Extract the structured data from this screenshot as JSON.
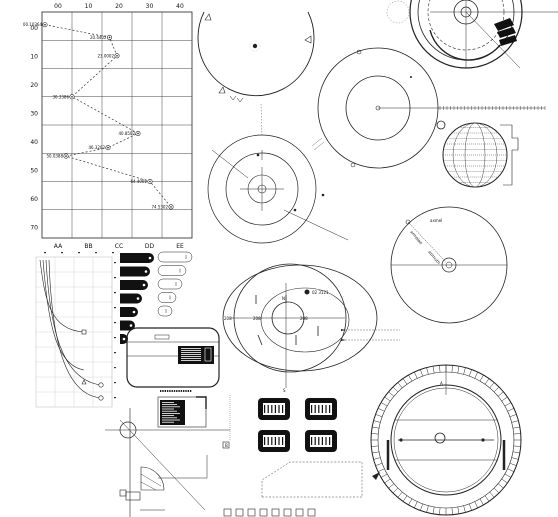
{
  "top_axis": [
    "00",
    "10",
    "20",
    "30",
    "40"
  ],
  "left_axis": [
    "00",
    "10",
    "20",
    "30",
    "40",
    "50",
    "60",
    "70"
  ],
  "bottom_axis": [
    "AA",
    "BB",
    "CC",
    "DD",
    "EE"
  ],
  "grid_labels": [
    {
      "text": "00.10364",
      "gx": 0.1,
      "gy": 0.45
    },
    {
      "text": "20.4402",
      "gx": 2.25,
      "gy": 0.9
    },
    {
      "text": "23.0002",
      "gx": 2.5,
      "gy": 1.55
    },
    {
      "text": "30.3386",
      "gx": 1.0,
      "gy": 3.0
    },
    {
      "text": "40.8502",
      "gx": 3.2,
      "gy": 4.3
    },
    {
      "text": "46.3202",
      "gx": 2.2,
      "gy": 4.8
    },
    {
      "text": "50.0388",
      "gx": 0.8,
      "gy": 5.1
    },
    {
      "text": "64.4002",
      "gx": 3.6,
      "gy": 6.0
    },
    {
      "text": "74.5302",
      "gx": 4.3,
      "gy": 6.9
    }
  ],
  "orbit_labels": {
    "top": "02 3121",
    "left": "208",
    "mid_left": "208",
    "mid_right": "208"
  },
  "legend_texts": [
    "axmel",
    "armelae",
    "azimuth"
  ],
  "marks": {
    "n": "N",
    "s": "S",
    "a": "A",
    "b": "B"
  }
}
